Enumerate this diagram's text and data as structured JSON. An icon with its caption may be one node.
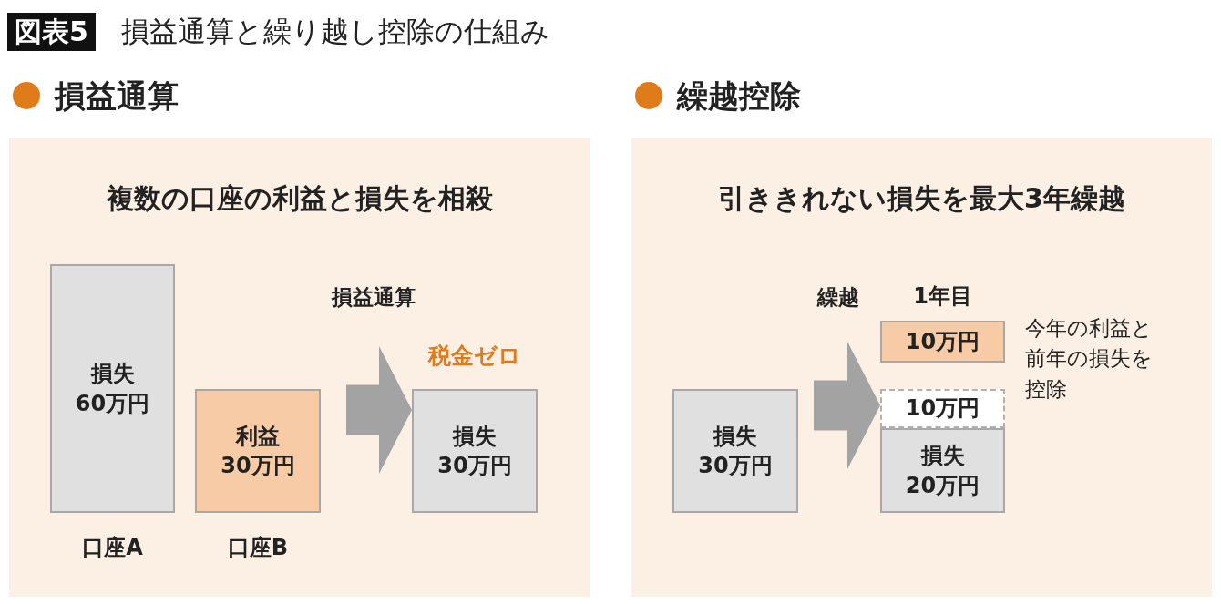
{
  "diagram": {
    "title": "損益通算と繰り越し控除の仕組み",
    "nodes": [
      {
        "text": [
          "損益通算",
          "複数の口座の利益と損失を相殺"
        ]
      },
      {
        "text": [
          "損失",
          "60万円"
        ],
        "in": 0,
        "beside": [
          "口座A"
        ]
      },
      {
        "text": [
          "利益",
          "30万円"
        ],
        "in": 0,
        "beside": [
          "口座B"
        ]
      },
      {
        "text": [
          "損失",
          "30万円"
        ],
        "in": 0,
        "beside": [
          "税金ゼロ"
        ]
      },
      {
        "text": [
          "繰越控除",
          "引ききれない損失を最大3年繰越"
        ]
      },
      {
        "text": [
          "損失",
          "30万円"
        ],
        "in": 4
      },
      {
        "text": [
          "10万円"
        ],
        "in": 4,
        "beside": [
          "1年目",
          "今年の利益と前年の損失を控除"
        ]
      },
      {
        "text": [
          "10万円"
        ],
        "in": 4
      },
      {
        "text": [
          "損失",
          "20万円"
        ],
        "in": 4
      }
    ],
    "edges": [
      {
        "from": 2,
        "to": 3,
        "arrow": "to",
        "label": "損益通算"
      },
      {
        "from": 5,
        "to": 7,
        "arrow": "to",
        "label": "繰越"
      }
    ],
    "labels": [
      "図表5"
    ]
  }
}
